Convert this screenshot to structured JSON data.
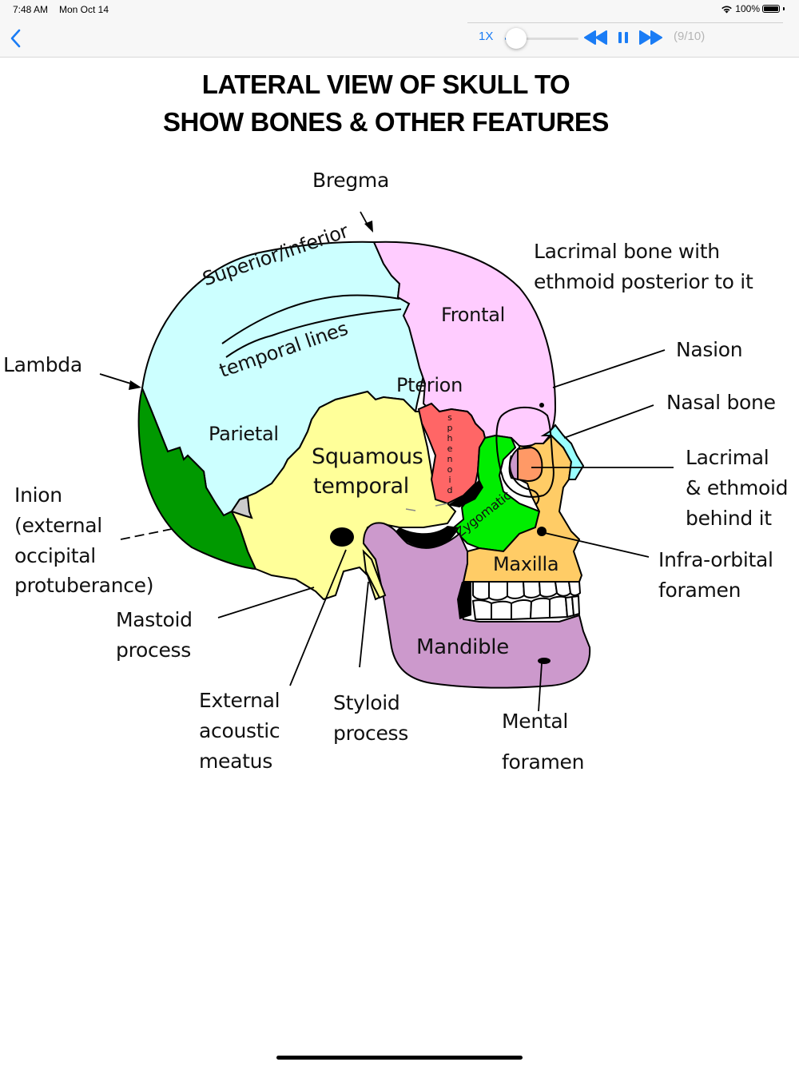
{
  "status_bar": {
    "time": "7:48 AM",
    "date": "Mon Oct 14",
    "battery": "100%",
    "wifi_icon": "wifi-icon",
    "battery_icon": "battery-full-icon"
  },
  "nav_bar": {
    "back_icon": "chevron-left-icon",
    "playback_speed": "1X",
    "slider_position": 0.15,
    "rewind_icon": "rewind-icon",
    "pause_icon": "pause-icon",
    "forward_icon": "fast-forward-icon",
    "counter": "(9/10)",
    "accent_color": "#1a7cf5"
  },
  "diagram": {
    "title_line1": "LATERAL VIEW OF SKULL TO",
    "title_line2": "SHOW BONES & OTHER FEATURES",
    "bone_labels": {
      "parietal": "Parietal",
      "frontal": "Frontal",
      "pterion": "Pterion",
      "sphenoid": "Sphenoid",
      "squamous_1": "Squamous",
      "squamous_2": "temporal",
      "zygomatic": "Zygomatic",
      "maxilla": "Maxilla",
      "mandible": "Mandible",
      "temporal_lines_1": "Superior/inferior",
      "temporal_lines_2": "temporal lines"
    },
    "callouts": {
      "bregma": "Bregma",
      "lambda": "Lambda",
      "lacrimal_top_1": "Lacrimal bone with",
      "lacrimal_top_2": "ethmoid posterior to it",
      "nasion": "Nasion",
      "nasal_bone": "Nasal bone",
      "lacrimal_1": "Lacrimal",
      "lacrimal_2": "& ethmoid",
      "lacrimal_3": "behind it",
      "infra_1": "Infra-orbital",
      "infra_2": "foramen",
      "inion_1": "Inion",
      "inion_2": "(external",
      "inion_3": "occipital",
      "inion_4": "protuberance)",
      "mastoid_1": "Mastoid",
      "mastoid_2": "process",
      "eam_1": "External",
      "eam_2": "acoustic",
      "eam_3": "meatus",
      "styloid_1": "Styloid",
      "styloid_2": "process",
      "mental_1": "Mental",
      "mental_2": "foramen"
    },
    "colors": {
      "parietal": "#ccffff",
      "frontal": "#ffccff",
      "occipital": "#009900",
      "temporal": "#ffff99",
      "sphenoid": "#ff6666",
      "zygomatic": "#00ee00",
      "maxilla": "#ffcc66",
      "mandible": "#cc99cc",
      "nasal": "#99ffff",
      "lacrimal": "#ff9966"
    }
  }
}
